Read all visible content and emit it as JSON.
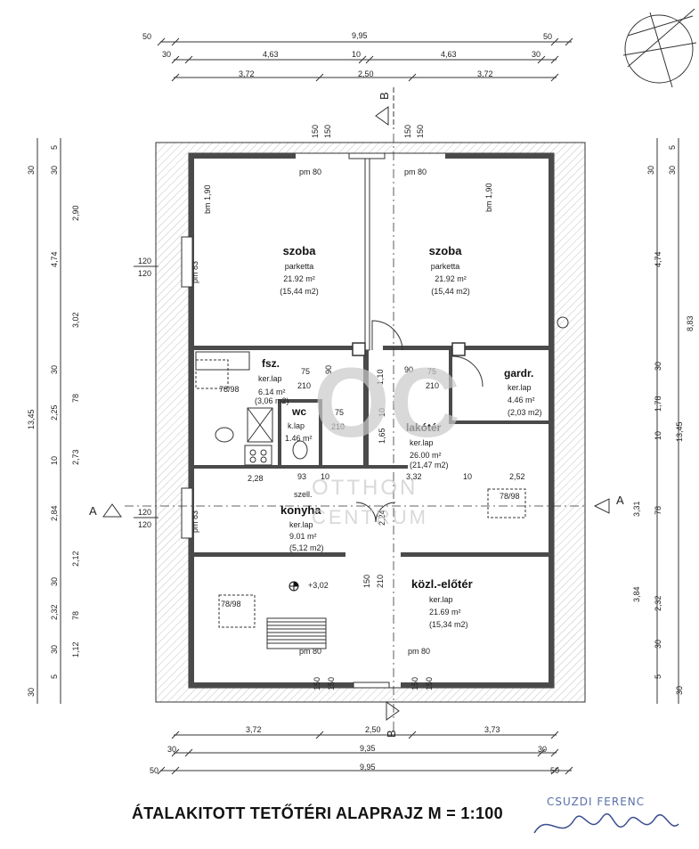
{
  "dims": {
    "top_50_left": "50",
    "top_995": "9,95",
    "top_50_right": "50",
    "top_30_left": "30",
    "top_463_a": "4,63",
    "top_10": "10",
    "top_463_b": "4,63",
    "top_30_right": "30",
    "top_372_a": "3,72",
    "top_250": "2,50",
    "top_372_b": "3,72",
    "bot_372": "3,72",
    "bot_250": "2,50",
    "bot_373": "3,73",
    "bot_30_left": "30",
    "bot_935": "9,35",
    "bot_30_right": "30",
    "bot_50_left": "50",
    "bot_995": "9,95",
    "bot_50_right": "50",
    "left_30_top": "30",
    "left_5_top": "5",
    "left_290": "2,90",
    "left_474": "4,74",
    "left_302": "3,02",
    "left_30_mid": "30",
    "left_225": "2,25",
    "left_78_a": "78",
    "left_10": "10",
    "left_273": "2,73",
    "left_1345": "13,45",
    "left_284": "2,84",
    "left_212": "2,12",
    "left_30_low": "30",
    "left_232": "2,32",
    "left_78_b": "78",
    "left_30_b": "30",
    "left_112": "1,12",
    "left_5_bot": "5",
    "left_30_bot": "30",
    "left_120_a": "120",
    "left_120_b": "120",
    "left_120_c": "120",
    "left_120_d": "120",
    "right_30_top": "30",
    "right_5_top": "5",
    "right_474": "4,74",
    "right_883": "8,83",
    "right_30_mid": "30",
    "right_178": "1,78",
    "right_10": "10",
    "right_1345": "13,45",
    "right_78": "78",
    "right_331": "3,31",
    "right_384": "3,84",
    "right_232": "2,32",
    "right_30_low": "30",
    "right_5_bot": "5",
    "right_30_bot": "30",
    "v150_1": "150",
    "v150_2": "150",
    "v150_3": "150",
    "v150_4": "150",
    "v150_5": "150",
    "v150_6": "150",
    "v150_7": "150",
    "v150_8": "150",
    "v150_9": "150",
    "v210_1": "210"
  },
  "section_marks": {
    "a_left": "A",
    "a_right": "A",
    "b_top": "B",
    "b_bottom": "B"
  },
  "labels": {
    "pm80_1": "pm 80",
    "pm80_2": "pm 80",
    "pm80_3": "pm 80",
    "pm80_4": "pm 80",
    "bm190_1": "bm 1,90",
    "bm190_2": "bm 1,90",
    "pm83_1": "pm 83",
    "pm83_2": "pm 83",
    "w7898_1": "78/98",
    "w7898_2": "78/98",
    "w7898_3": "78/98",
    "d75_1": "75",
    "d210_1": "210",
    "d90_1": "90",
    "d110": "1,10",
    "d90_2": "90",
    "d75_2": "75",
    "d210_2": "210",
    "d75_3": "75",
    "d210_3": "210",
    "d10_1": "10",
    "d165": "1,65",
    "d228": "2,28",
    "d93": "93",
    "d10_2": "10",
    "d332": "3,32",
    "d10_3": "10",
    "d252": "2,52",
    "d224": "2,24",
    "d150_door": "150",
    "d210_door": "210",
    "level": "+3,02",
    "szell": "szell."
  },
  "rooms": {
    "szoba1": {
      "name": "szoba",
      "floor": "parketta",
      "area": "21.92 m²",
      "net": "(15,44 m2)"
    },
    "szoba2": {
      "name": "szoba",
      "floor": "parketta",
      "area": "21.92 m²",
      "net": "(15,44 m2)"
    },
    "fsz": {
      "name": "fsz.",
      "floor": "ker.lap",
      "area": "6.14 m²",
      "net": "(3,06 m2)"
    },
    "wc": {
      "name": "wc",
      "floor": "k.lap",
      "area": "1.46 m²"
    },
    "gardr": {
      "name": "gardr.",
      "floor": "ker.lap",
      "area": "4.46 m²",
      "net": "(2,03 m2)"
    },
    "lakoter": {
      "name": "lakótér",
      "floor": "ker.lap",
      "area": "26.00 m²",
      "net": "(21,47 m2)"
    },
    "konyha": {
      "name": "konyha",
      "floor": "ker.lap",
      "area": "9.01 m²",
      "net": "(5,12 m2)"
    },
    "kozl": {
      "name": "közl.-előtér",
      "floor": "ker.lap",
      "area": "21.69 m²",
      "net": "(15,34 m2)"
    }
  },
  "watermark": {
    "logo": "OC",
    "line1": "OTTHON",
    "line2": "CENTRUM"
  },
  "title": "ÁTALAKITOTT TETŐTÉRI ALAPRAJZ   M = 1:100",
  "stamp": {
    "name": "CSUZDI FERENC"
  },
  "colors": {
    "wall": "#4a4a4a",
    "line": "#333333",
    "hatch": "#999999"
  }
}
